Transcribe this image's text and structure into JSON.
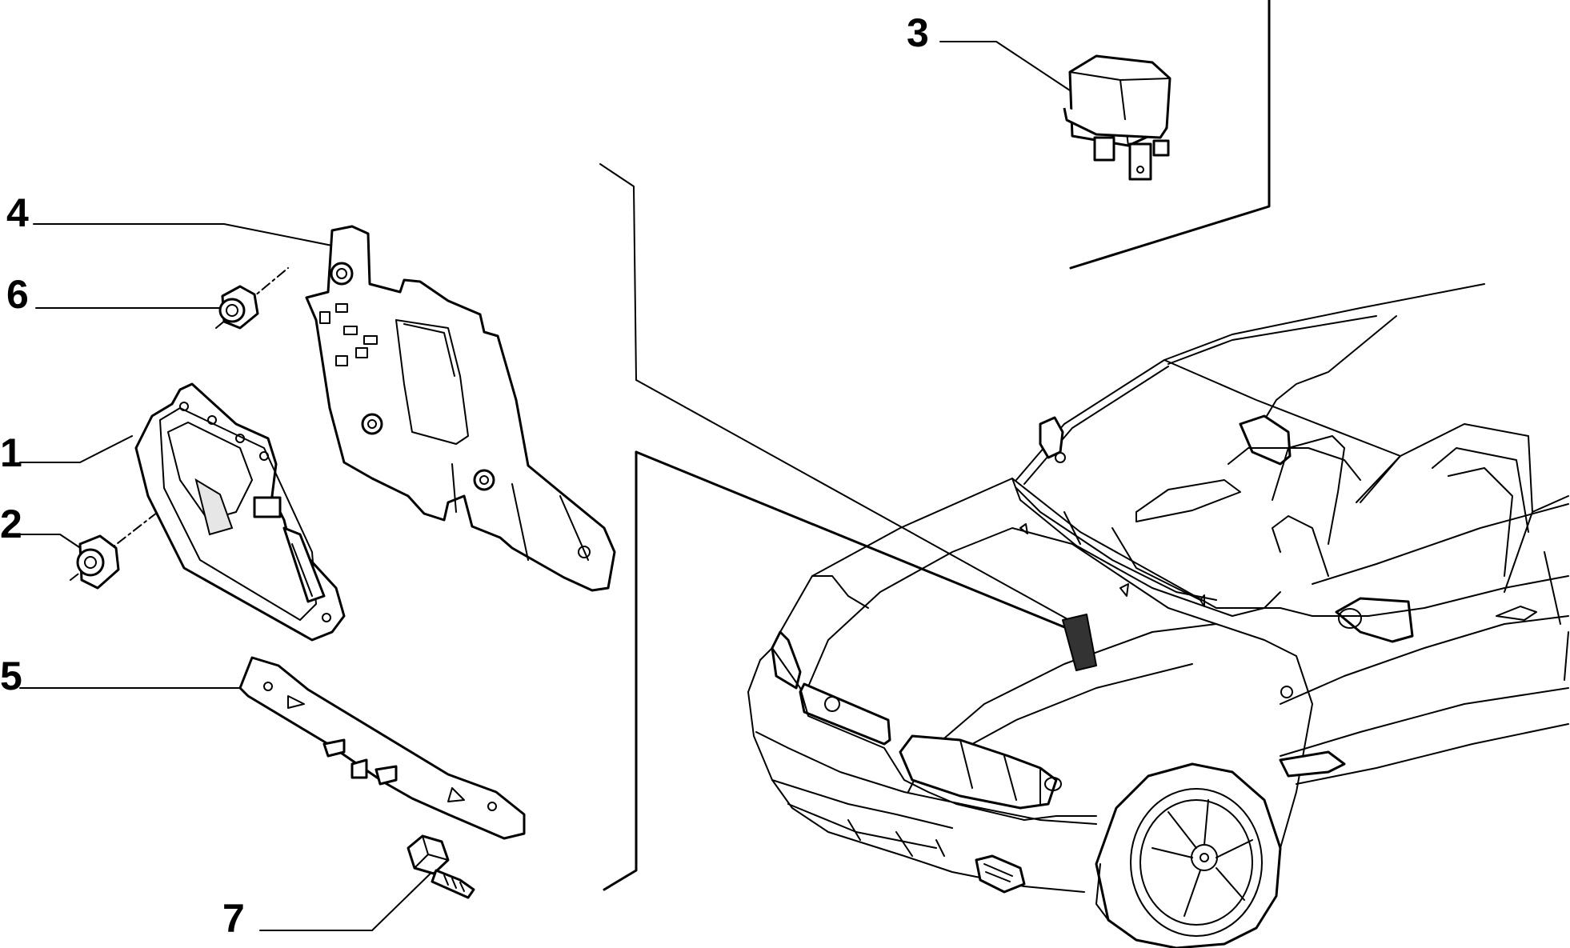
{
  "callouts": [
    {
      "id": "3",
      "label": "3"
    },
    {
      "id": "4",
      "label": "4"
    },
    {
      "id": "6",
      "label": "6"
    },
    {
      "id": "1",
      "label": "1"
    },
    {
      "id": "2",
      "label": "2"
    },
    {
      "id": "5",
      "label": "5"
    },
    {
      "id": "7",
      "label": "7"
    }
  ]
}
